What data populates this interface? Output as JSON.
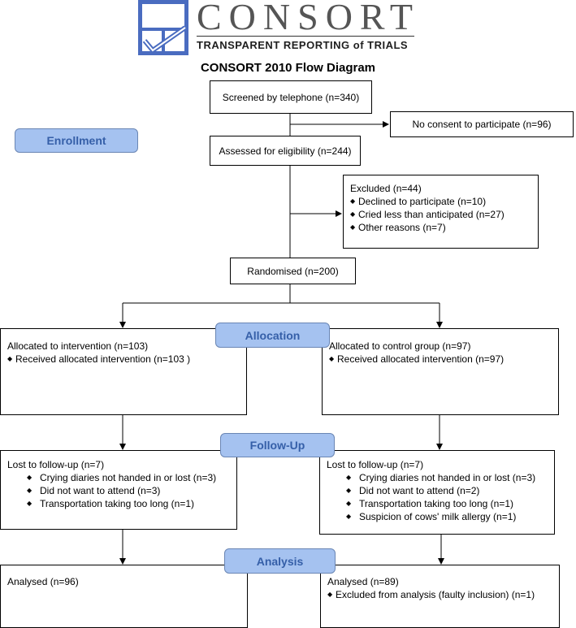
{
  "header": {
    "logo_word": "CONSORT",
    "logo_tagline": "TRANSPARENT REPORTING of TRIALS",
    "title": "CONSORT 2010 Flow Diagram"
  },
  "colors": {
    "phase_fill": "#a5c2f0",
    "phase_text": "#355fa8",
    "logo_mark": "#4a6cc0"
  },
  "phases": {
    "enrollment": "Enrollment",
    "allocation": "Allocation",
    "follow_up": "Follow-Up",
    "analysis": "Analysis"
  },
  "enrollment": {
    "screened": "Screened by telephone (n=340)",
    "no_consent": "No consent to participate (n=96)",
    "assessed": "Assessed for eligibility (n=244)",
    "excluded": {
      "title": "Excluded (n=44)",
      "items": [
        "Declined to participate (n=10)",
        "Cried less than anticipated (n=27)",
        "Other reasons (n=7)"
      ]
    },
    "randomised": "Randomised (n=200)"
  },
  "intervention": {
    "allocation": {
      "title": "Allocated to intervention (n=103)",
      "items": [
        "Received allocated intervention (n=103 )"
      ]
    },
    "follow_up": {
      "title": "Lost to follow-up (n=7)",
      "items": [
        "Crying diaries not handed in or lost (n=3)",
        "Did not want to attend (n=3)",
        "Transportation taking too long (n=1)"
      ]
    },
    "analysis": {
      "title": "Analysed (n=96)"
    }
  },
  "control": {
    "allocation": {
      "title": "Allocated to control group (n=97)",
      "items": [
        "Received allocated intervention (n=97)"
      ]
    },
    "follow_up": {
      "title": "Lost to follow-up (n=7)",
      "items": [
        "Crying diaries not handed in or lost (n=3)",
        "Did not want to attend (n=2)",
        "Transportation taking too long (n=1)",
        "Suspicion of cows' milk allergy (n=1)"
      ]
    },
    "analysis": {
      "title": "Analysed (n=89)",
      "items": [
        "Excluded from analysis (faulty inclusion) (n=1)"
      ]
    }
  },
  "icons": {
    "bullet": "diamond-bullet-icon",
    "logo": "consort-checkbox-logo-icon",
    "arrow": "arrow-head-icon"
  }
}
